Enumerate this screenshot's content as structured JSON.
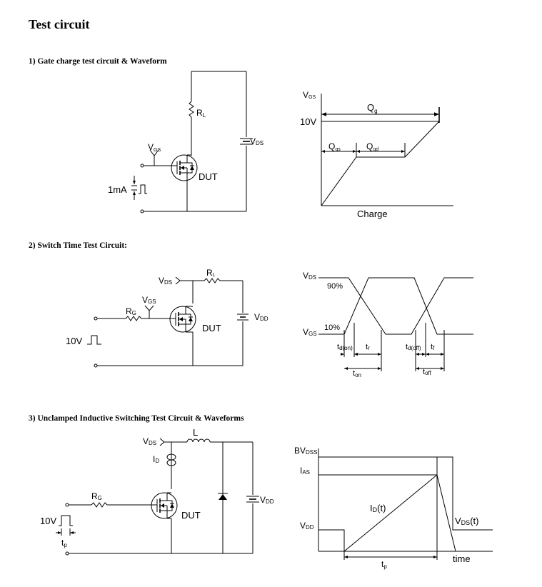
{
  "title": "Test circuit",
  "sections": [
    {
      "label": "1)  Gate charge test circuit & Waveform"
    },
    {
      "label": "2)  Switch Time Test Circuit:"
    },
    {
      "label": "3)  Unclamped Inductive Switching Test Circuit & Waveforms"
    }
  ],
  "gate": {
    "rl_main": "R",
    "rl_sub": "L",
    "vgs_main": "V",
    "vgs_sub": "GS",
    "vds_main": "V",
    "vds_sub": "DS",
    "dut": "DUT",
    "current": "1mA",
    "w_vgs_main": "V",
    "w_vgs_sub": "GS",
    "w_10v": "10V",
    "w_qg_main": "Q",
    "w_qg_sub": "g",
    "w_qgs_main": "Q",
    "w_qgs_sub": "gs",
    "w_qgd_main": "Q",
    "w_qgd_sub": "gd",
    "w_charge": "Charge"
  },
  "switch": {
    "vds_main": "V",
    "vds_sub": "DS",
    "rl_main": "R",
    "rl_sub": "L",
    "vgs_main": "V",
    "vgs_sub": "GS",
    "rg_main": "R",
    "rg_sub": "G",
    "vdd_main": "V",
    "vdd_sub": "DD",
    "dut": "DUT",
    "v10": "10V",
    "w_vds_main": "V",
    "w_vds_sub": "DS",
    "w_vgs_main": "V",
    "w_vgs_sub": "GS",
    "w_90": "90%",
    "w_10": "10%",
    "w_tdon_main": "t",
    "w_tdon_sub": "d(on)",
    "w_tr_main": "t",
    "w_tr_sub": "r",
    "w_ton_main": "t",
    "w_ton_sub": "on",
    "w_tdoff_main": "t",
    "w_tdoff_sub": "d(off)",
    "w_tf_main": "t",
    "w_tf_sub": "f",
    "w_toff_main": "t",
    "w_toff_sub": "off"
  },
  "uis": {
    "vds_main": "V",
    "vds_sub": "DS",
    "l": "L",
    "id_main": "I",
    "id_sub": "D",
    "rg_main": "R",
    "rg_sub": "G",
    "dut": "DUT",
    "vdd_main": "V",
    "vdd_sub": "DD",
    "v10": "10V",
    "tp_main": "t",
    "tp_sub": "p",
    "w_bv_main": "BV",
    "w_bv_sub": "DSS",
    "w_ias_main": "I",
    "w_ias_sub": "AS",
    "w_vdd_main": "V",
    "w_vdd_sub": "DD",
    "w_idt_main": "I",
    "w_idt_sub": "D",
    "w_idt_tail": "(t)",
    "w_vdst_main": "V",
    "w_vdst_sub": "DS",
    "w_vdst_tail": "(t)",
    "w_tp_main": "t",
    "w_tp_sub": "p",
    "w_time": "time"
  }
}
